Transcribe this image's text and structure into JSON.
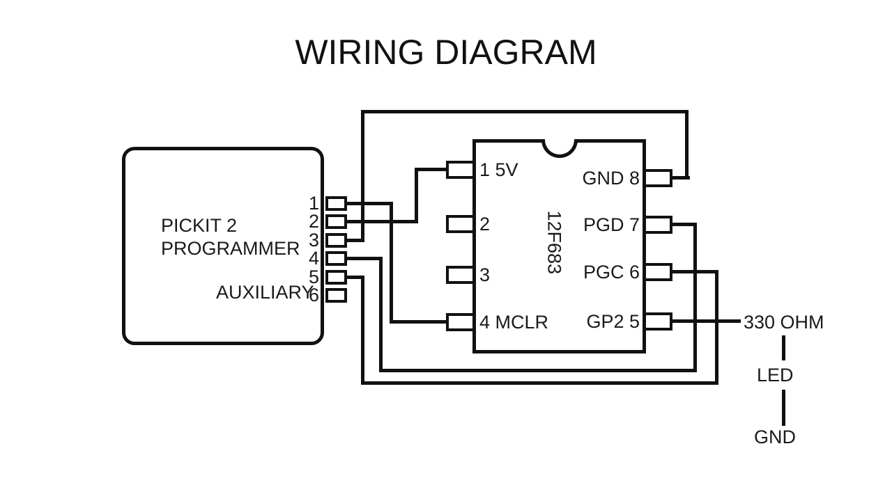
{
  "title": "WIRING DIAGRAM",
  "colors": {
    "background": "#ffffff",
    "ink": "#111111"
  },
  "programmer": {
    "name_line1": "PICKIT 2",
    "name_line2": "PROGRAMMER",
    "auxiliary_label": "AUXILIARY",
    "pins": [
      "1",
      "2",
      "3",
      "4",
      "5",
      "6"
    ]
  },
  "ic": {
    "name": "12F683",
    "left_pins": [
      "1 5V",
      "2",
      "3",
      "4 MCLR"
    ],
    "right_pins": [
      "GND 8",
      "PGD 7",
      "PGC 6",
      "GP2 5"
    ]
  },
  "output": {
    "resistor_label": "330 OHM",
    "led_label": "LED",
    "ground_label": "GND"
  },
  "connections": [
    {
      "from": "PICKIT 2 pin 1",
      "to": "12F683 pin 4 MCLR"
    },
    {
      "from": "PICKIT 2 pin 2",
      "to": "12F683 pin 1 5V"
    },
    {
      "from": "PICKIT 2 pin 3",
      "to": "12F683 pin 8 GND"
    },
    {
      "from": "PICKIT 2 pin 4",
      "to": "12F683 pin 7 PGD"
    },
    {
      "from": "PICKIT 2 pin 5",
      "to": "12F683 pin 6 PGC"
    },
    {
      "from": "12F683 pin 5 GP2",
      "to": "330 OHM resistor, LED, GND"
    }
  ]
}
